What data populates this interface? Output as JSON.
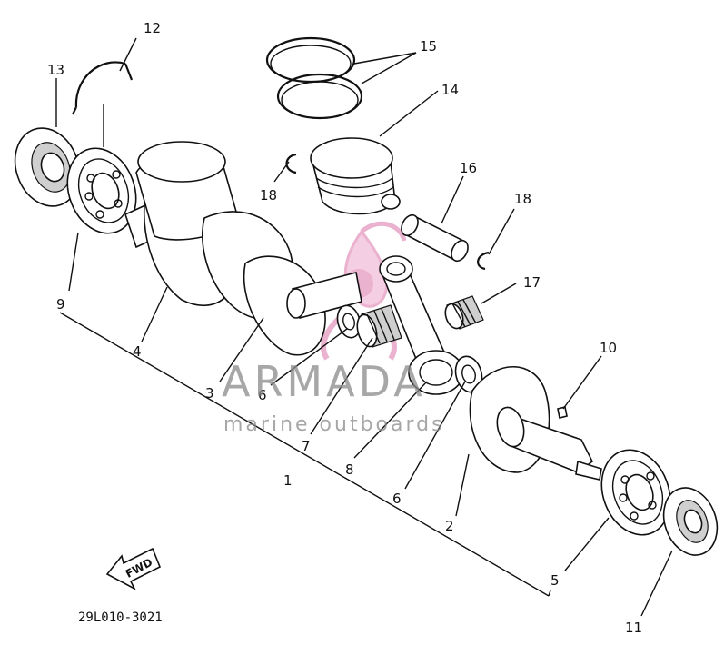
{
  "diagram": {
    "part_numbers": [
      "12",
      "13",
      "15",
      "14",
      "18",
      "16",
      "18",
      "9",
      "17",
      "4",
      "10",
      "3",
      "6",
      "7",
      "1",
      "8",
      "6",
      "2",
      "5",
      "11"
    ],
    "drawing_code": "29L010-3021",
    "fwd_label": "FWD"
  },
  "watermark": {
    "brand": "ARMADA",
    "tagline": "marine outboards",
    "logo_color": "#e8a5c8",
    "text_color": "#8a8a8a"
  }
}
